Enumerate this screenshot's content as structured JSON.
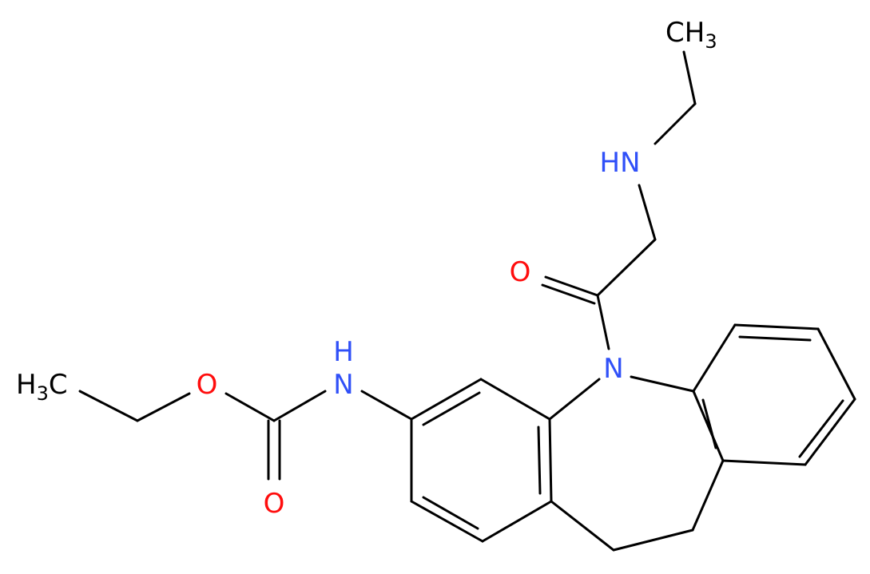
{
  "molecule": {
    "atoms": {
      "ch3_top": {
        "main": "CH",
        "sub": "3"
      },
      "nh_amine": "HN",
      "o_ketone": "O",
      "n_ring": "N",
      "nh_carbamate": {
        "main": "N",
        "h": "H"
      },
      "o_ester": "O",
      "h3c_left": {
        "main": "H",
        "sub": "3",
        "tail": "C"
      },
      "o_carbonyl": "O"
    },
    "colors": {
      "bond": "#000000",
      "carbon_label": "#000000",
      "nitrogen": "#3050f8",
      "oxygen": "#ff0d0d",
      "background": "#ffffff"
    }
  }
}
